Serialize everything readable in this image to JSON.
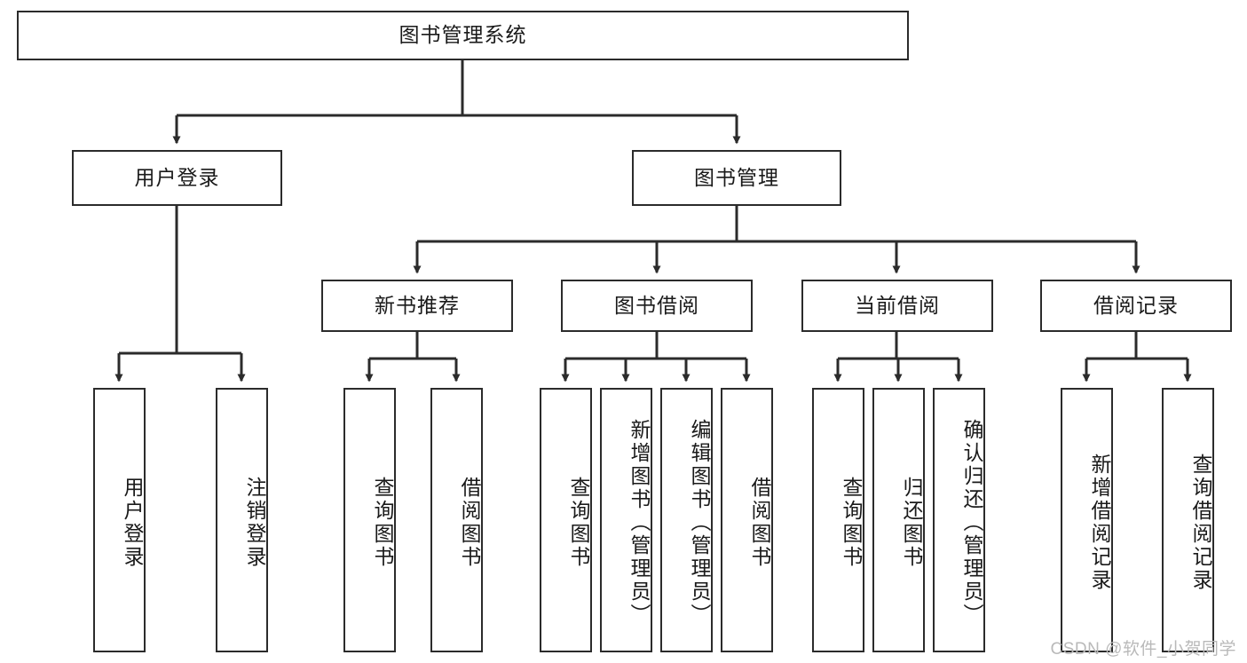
{
  "diagram": {
    "title_node": {
      "label": "图书管理系统"
    },
    "level2": [
      {
        "id": "user-login",
        "label": "用户登录"
      },
      {
        "id": "book-management",
        "label": "图书管理"
      }
    ],
    "level3": [
      {
        "id": "new-book-recommend",
        "label": "新书推荐"
      },
      {
        "id": "book-borrow",
        "label": "图书借阅"
      },
      {
        "id": "current-borrow",
        "label": "当前借阅"
      },
      {
        "id": "borrow-record",
        "label": "借阅记录"
      }
    ],
    "leaves": {
      "user_login": [
        {
          "id": "leaf-user-login",
          "label": "用户登录"
        },
        {
          "id": "leaf-logout-login",
          "label": "注销登录"
        }
      ],
      "new_book_recommend": [
        {
          "id": "leaf-query-book-1",
          "label": "查询图书"
        },
        {
          "id": "leaf-borrow-book-1",
          "label": "借阅图书"
        }
      ],
      "book_borrow": [
        {
          "id": "leaf-query-book-2",
          "label": "查询图书"
        },
        {
          "id": "leaf-add-book",
          "label": "新增图书（管理员）"
        },
        {
          "id": "leaf-edit-book",
          "label": "编辑图书（管理员）"
        },
        {
          "id": "leaf-borrow-book-2",
          "label": "借阅图书"
        }
      ],
      "current_borrow": [
        {
          "id": "leaf-query-book-3",
          "label": "查询图书"
        },
        {
          "id": "leaf-return-book",
          "label": "归还图书"
        },
        {
          "id": "leaf-confirm-return",
          "label": "确认归还（管理员）"
        }
      ],
      "borrow_record": [
        {
          "id": "leaf-add-record",
          "label": "新增借阅记录"
        },
        {
          "id": "leaf-query-record",
          "label": "查询借阅记录"
        }
      ]
    }
  },
  "watermark": {
    "text": "CSDN @软件_小贺同学"
  },
  "colors": {
    "stroke": "#2b2b2b",
    "fill": "#ffffff",
    "text": "#1a1a1a",
    "watermark": "#b9b9b9"
  }
}
